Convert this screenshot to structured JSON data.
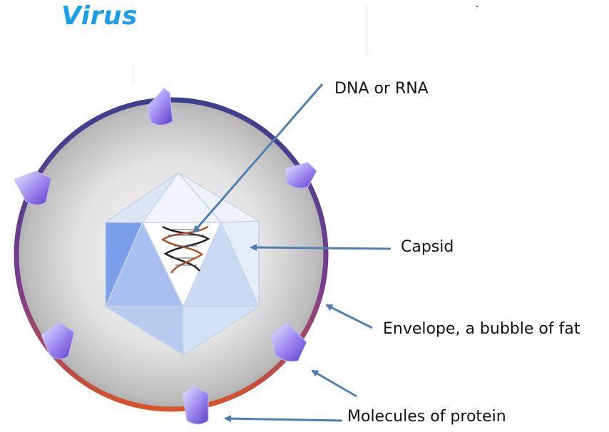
{
  "title": "Virus",
  "labels": {
    "dna": "DNA or RNA",
    "capsid": "Capsid",
    "envelope": "Envelope, a bubble of fat",
    "protein": "Molecules of protein"
  },
  "colors": {
    "title": "#1a9fe8",
    "arrow": "#4f7fb0",
    "ring": "#5a4a9a"
  }
}
